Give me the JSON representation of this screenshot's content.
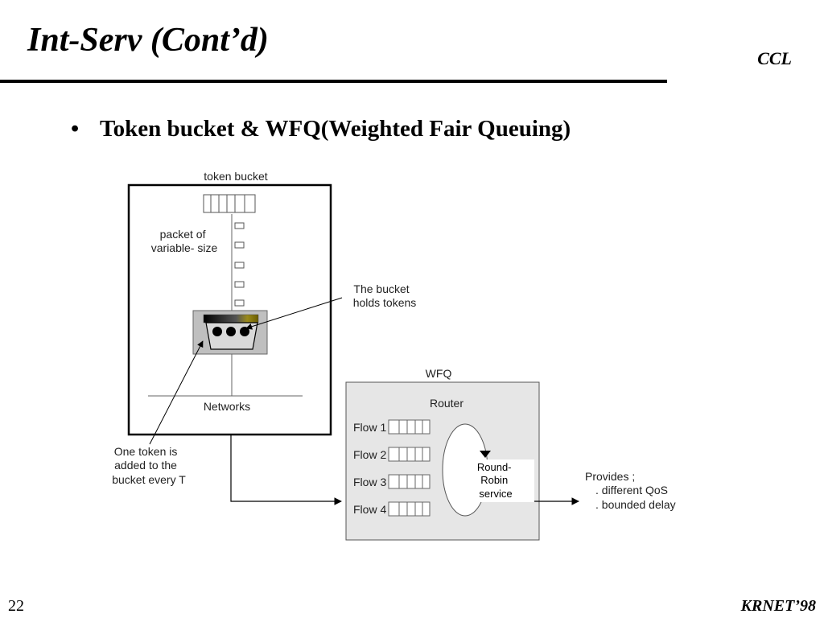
{
  "slide": {
    "title": "Int-Serv (Cont’d)",
    "org": "CCL",
    "bullet_marker": "•",
    "bullet": "Token bucket & WFQ(Weighted Fair Queuing)",
    "page_number": "22",
    "footer": "KRNET’98"
  },
  "diagram": {
    "token_bucket_label": "token bucket",
    "packet_label": [
      "packet  of",
      "variable- size"
    ],
    "bucket_note": [
      "The bucket",
      "holds tokens"
    ],
    "networks_label": "Networks",
    "token_note": [
      "One token is",
      "added to the",
      "bucket every T"
    ],
    "wfq_label": "WFQ",
    "router_label": "Router",
    "flows": [
      "Flow 1",
      "Flow 2",
      "Flow 3",
      "Flow 4"
    ],
    "rr_label": [
      "Round-",
      "Robin",
      "service"
    ],
    "provides": [
      "Provides ;",
      ". different QoS",
      ". bounded delay"
    ]
  }
}
